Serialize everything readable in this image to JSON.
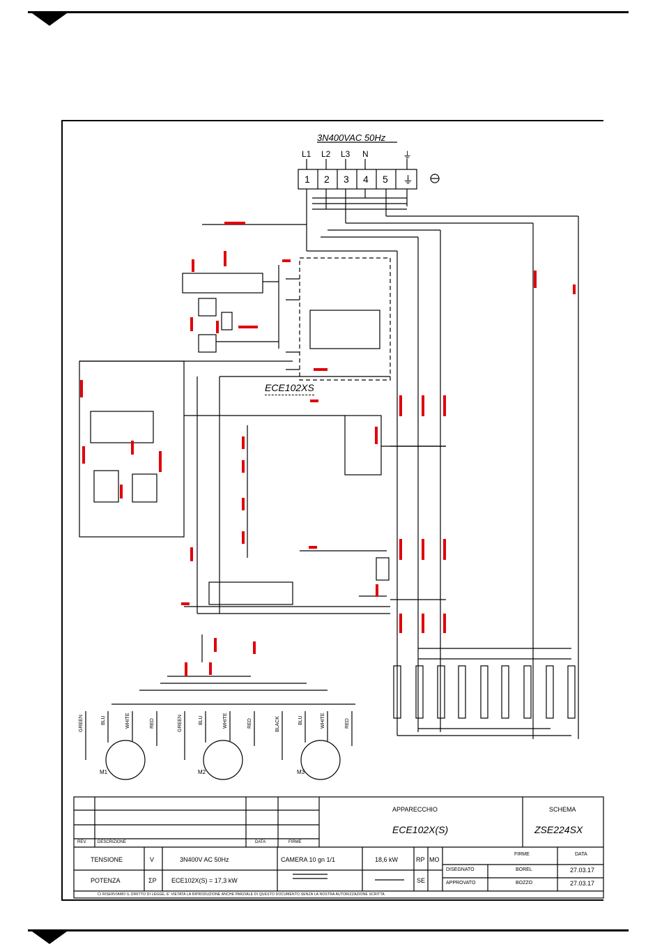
{
  "supply": {
    "title": "3N400VAC 50Hz",
    "phases": [
      "L1",
      "L2",
      "L3",
      "N",
      "⏚"
    ],
    "terminals": [
      "1",
      "2",
      "3",
      "4",
      "5",
      "⏚"
    ]
  },
  "module_label": "ECE102XS",
  "motors": [
    "M1",
    "M2",
    "M3"
  ],
  "motor_wire_labels": [
    "GREEN",
    "BLU",
    "WHITE",
    "RED"
  ],
  "motor_wire_labels_mid": [
    "GREEN",
    "BLU",
    "WHITE",
    "RED"
  ],
  "motor_wire_labels_right": [
    "BLACK",
    "BLU",
    "WHITE",
    "RED"
  ],
  "title_block": {
    "rev_label": "REV.",
    "desc_label": "DESCRIZIONE",
    "date_label": "DATA",
    "sign_label": "FIRME",
    "device_label": "APPARECCHIO",
    "device_value": "ECE102X(S)",
    "scheme_label": "SCHEMA",
    "scheme_value": "ZSE224SX",
    "voltage_label": "TENSIONE",
    "voltage_unit": "V",
    "voltage_value": "3N400V AC 50Hz",
    "chamber_value": "CAMERA 10 gn 1/1",
    "kw_value": "18,6 kW",
    "rp_label": "RP",
    "mo_label": "MO",
    "power_label": "POTENZA",
    "power_unit": "ΣP",
    "power_value": "ECE102X(S) = 17,3 kW",
    "se_label": "SE",
    "firme_col": "FIRME",
    "data_col": "DATA",
    "drawn_label": "DISEGNATO",
    "drawn_sign": "BOREL",
    "drawn_date": "27.03.17",
    "approved_label": "APPROVATO",
    "approved_sign": "BOZZO",
    "approved_date": "27.03.17",
    "footer": "CI RISERVIAMO IL DIRITTO DI LEGGE, E' VIETATA LA RIPRODUZIONE ANCHE PARZIALE DI QUESTO DOCUMENTO SENZA LA NOSTRA AUTORIZZAZIONE SCRITTA"
  },
  "colors": {
    "line": "#000000",
    "annotation": "#e0000b"
  }
}
